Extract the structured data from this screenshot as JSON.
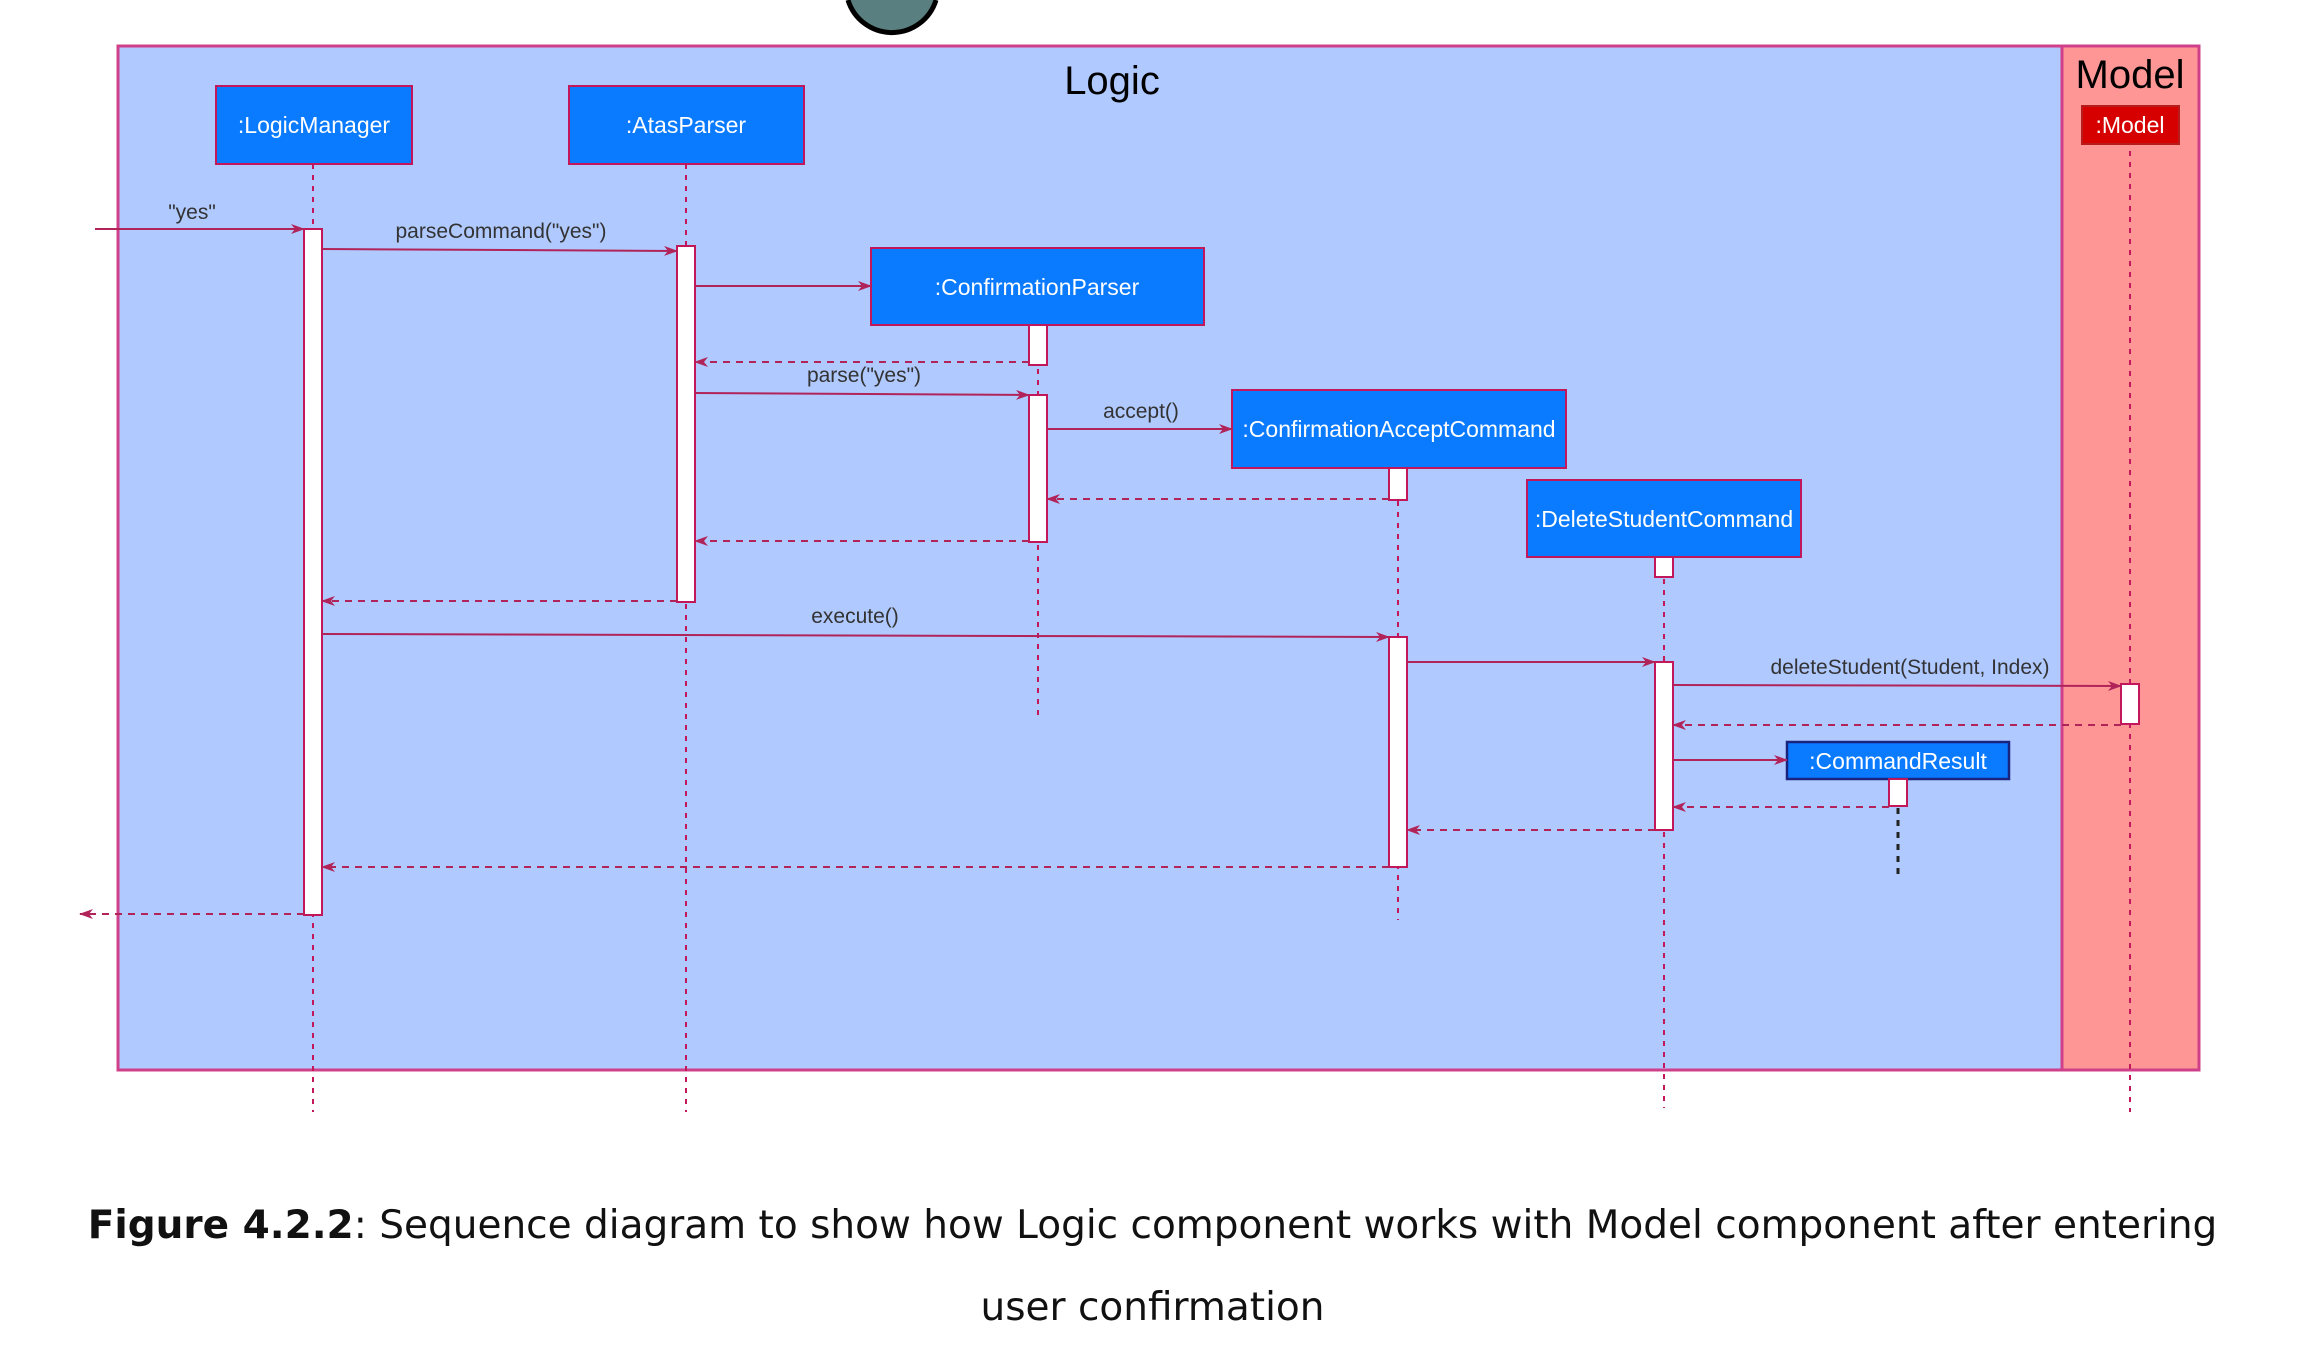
{
  "frames": {
    "logic": {
      "title": "Logic",
      "color": "#b0c9ff"
    },
    "model": {
      "title": "Model",
      "color": "#ff9696"
    }
  },
  "participants": [
    {
      "id": "logicmanager",
      "label": ":LogicManager"
    },
    {
      "id": "atasparser",
      "label": ":AtasParser"
    },
    {
      "id": "confirmationparser",
      "label": ":ConfirmationParser"
    },
    {
      "id": "confirmationacceptcommand",
      "label": ":ConfirmationAcceptCommand"
    },
    {
      "id": "deletestudentcommand",
      "label": ":DeleteStudentCommand"
    },
    {
      "id": "commandresult",
      "label": ":CommandResult"
    },
    {
      "id": "model",
      "label": ":Model"
    }
  ],
  "messages": [
    {
      "id": "input",
      "label": "\"yes\"",
      "kind": "call"
    },
    {
      "id": "parse-command",
      "label": "parseCommand(\"yes\")",
      "kind": "call"
    },
    {
      "id": "create-confirmation-parser",
      "label": "",
      "kind": "create"
    },
    {
      "id": "return-confirmation-parser",
      "label": "",
      "kind": "return"
    },
    {
      "id": "parse",
      "label": "parse(\"yes\")",
      "kind": "call"
    },
    {
      "id": "accept",
      "label": "accept()",
      "kind": "create"
    },
    {
      "id": "return-accept",
      "label": "",
      "kind": "return"
    },
    {
      "id": "return-parse",
      "label": "",
      "kind": "return"
    },
    {
      "id": "return-parse-command",
      "label": "",
      "kind": "return"
    },
    {
      "id": "execute",
      "label": "execute()",
      "kind": "call"
    },
    {
      "id": "call-delete-command",
      "label": "",
      "kind": "call"
    },
    {
      "id": "delete-student",
      "label": "deleteStudent(Student, Index)",
      "kind": "call"
    },
    {
      "id": "return-delete-student",
      "label": "",
      "kind": "return"
    },
    {
      "id": "create-command-result",
      "label": "",
      "kind": "create"
    },
    {
      "id": "return-command-result",
      "label": "",
      "kind": "return"
    },
    {
      "id": "return-delete-command",
      "label": "",
      "kind": "return"
    },
    {
      "id": "return-execute",
      "label": "",
      "kind": "return"
    },
    {
      "id": "return-final",
      "label": "",
      "kind": "return"
    }
  ],
  "colors": {
    "participant_box": "#0a7bff",
    "participant_border": "#c2185b",
    "model_box": "#d60000",
    "arrow": "#b0245a"
  },
  "caption": {
    "figure_label": "Figure 4.2.2",
    "text": ": Sequence diagram to show how Logic component works with Model component after entering user confirmation"
  }
}
